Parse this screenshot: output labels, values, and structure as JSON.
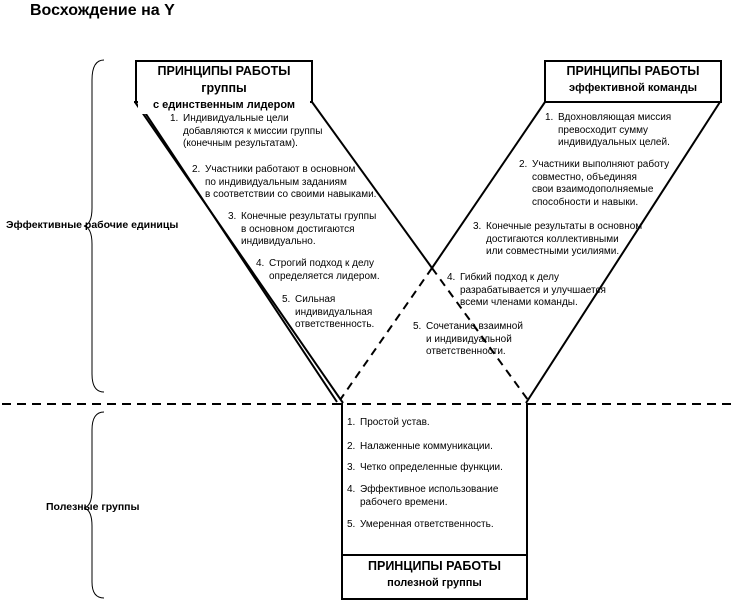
{
  "title": "Восхождение на Y",
  "side_labels": {
    "effective_units": "Эффективные рабочие единицы",
    "useful_groups": "Полезные группы"
  },
  "left_box": {
    "line1": "ПРИНЦИПЫ РАБОТЫ группы",
    "line2": "с единственным лидером"
  },
  "right_box": {
    "line1": "ПРИНЦИПЫ РАБОТЫ",
    "line2": "эффективной команды"
  },
  "bottom_box": {
    "line1": "ПРИНЦИПЫ РАБОТЫ",
    "line2": "полезной группы"
  },
  "left_items": [
    {
      "num": "1.",
      "lines": [
        "Индивидуальные цели",
        "добавляются к миссии группы",
        "(конечным результатам)."
      ]
    },
    {
      "num": "2.",
      "lines": [
        "Участники работают в основном",
        "по индивидуальным заданиям",
        "в соответствии со своими навыками."
      ]
    },
    {
      "num": "3.",
      "lines": [
        "Конечные результаты группы",
        "в основном достигаются",
        "индивидуально."
      ]
    },
    {
      "num": "4.",
      "lines": [
        "Строгий подход к делу",
        "определяется лидером."
      ]
    },
    {
      "num": "5.",
      "lines": [
        "Сильная",
        "индивидуальная",
        "ответственность."
      ]
    }
  ],
  "right_items": [
    {
      "num": "1.",
      "lines": [
        "Вдохновляющая миссия",
        "превосходит сумму",
        "индивидуальных целей."
      ]
    },
    {
      "num": "2.",
      "lines": [
        "Участники выполняют работу",
        "совместно, объединяя",
        "свои взаимодополняемые",
        "способности и навыки."
      ]
    },
    {
      "num": "3.",
      "lines": [
        "Конечные результаты в основном",
        "достигаются коллективными",
        "или совместными усилиями."
      ]
    },
    {
      "num": "4.",
      "lines": [
        "Гибкий подход к делу",
        "разрабатывается и улучшается",
        "всеми членами команды."
      ]
    },
    {
      "num": "5.",
      "lines": [
        "Сочетание взаимной",
        "и индивидуальной",
        "ответственности."
      ]
    }
  ],
  "bottom_items": [
    {
      "num": "1.",
      "lines": [
        "Простой устав."
      ]
    },
    {
      "num": "2.",
      "lines": [
        "Налаженные коммуникации."
      ]
    },
    {
      "num": "3.",
      "lines": [
        "Четко определенные функции."
      ]
    },
    {
      "num": "4.",
      "lines": [
        "Эффективное использование",
        "рабочего времени."
      ]
    },
    {
      "num": "5.",
      "lines": [
        "Умеренная ответственность."
      ]
    }
  ]
}
